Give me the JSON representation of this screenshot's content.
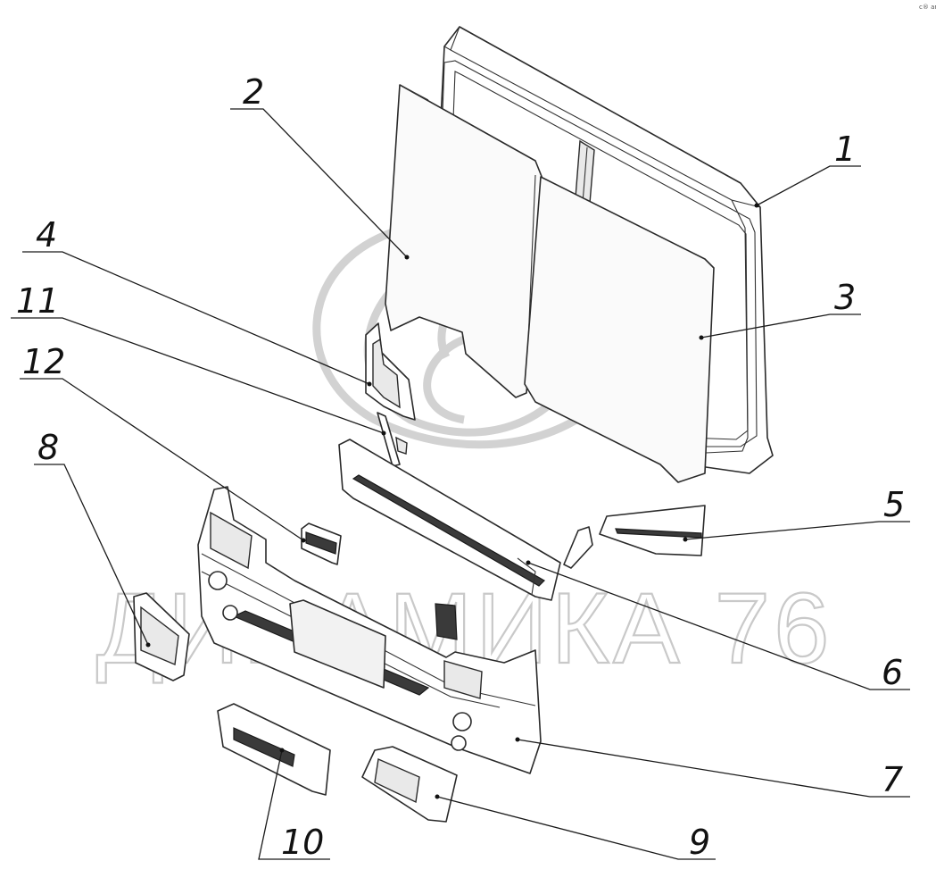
{
  "watermark": {
    "text": "ДИНАМИКА 76"
  },
  "corner_mark": "c® ann",
  "callouts": [
    {
      "id": "1",
      "label": "1"
    },
    {
      "id": "2",
      "label": "2"
    },
    {
      "id": "3",
      "label": "3"
    },
    {
      "id": "4",
      "label": "4"
    },
    {
      "id": "5",
      "label": "5"
    },
    {
      "id": "6",
      "label": "6"
    },
    {
      "id": "7",
      "label": "7"
    },
    {
      "id": "8",
      "label": "8"
    },
    {
      "id": "9",
      "label": "9"
    },
    {
      "id": "10",
      "label": "10"
    },
    {
      "id": "11",
      "label": "11"
    },
    {
      "id": "12",
      "label": "12"
    }
  ]
}
